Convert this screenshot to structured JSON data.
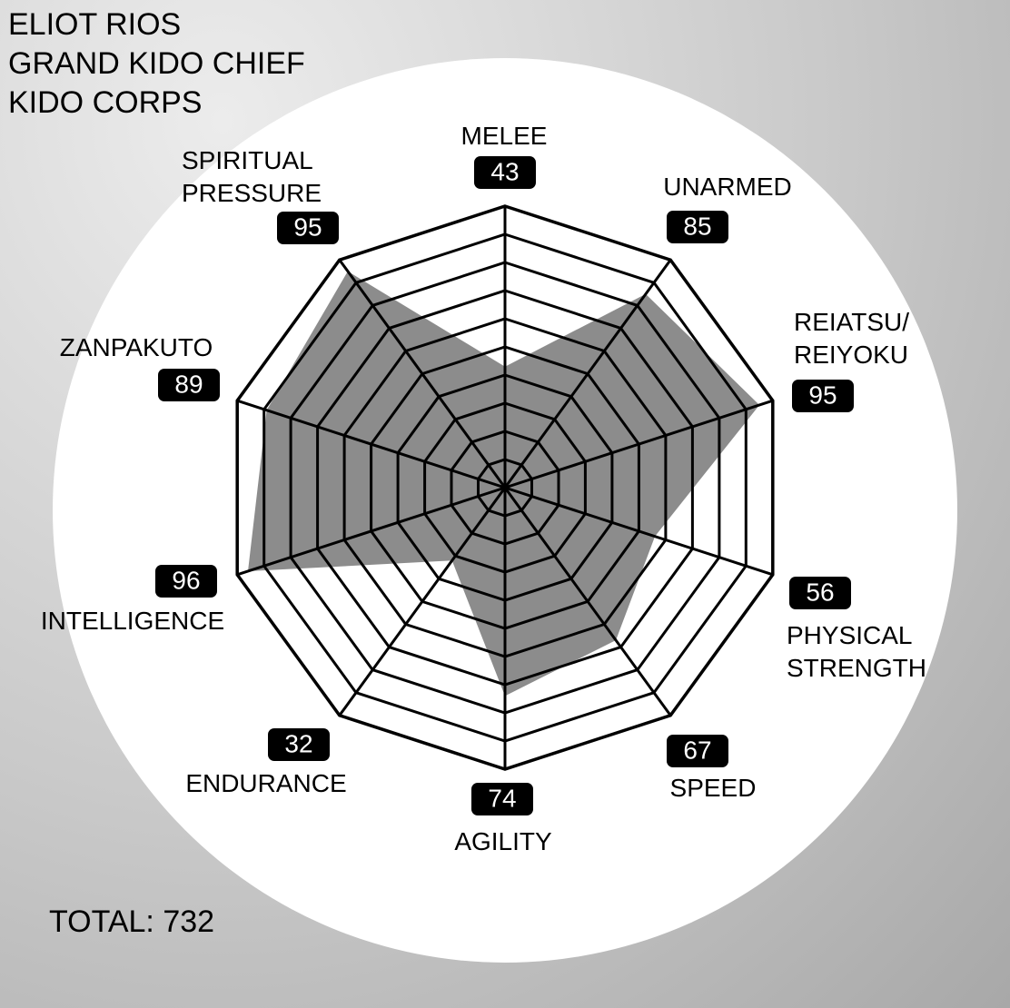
{
  "header": {
    "name": "ELIOT RIOS",
    "rank": "GRAND KIDO CHIEF",
    "division": "KIDO CORPS"
  },
  "total_label": "TOTAL: 732",
  "colors": {
    "background": "#c9c9c9",
    "disc": "#ffffff",
    "fill": "#8c8c8c",
    "badge": "#000000",
    "badge_text": "#ffffff"
  },
  "chart_data": {
    "type": "radar",
    "title": "ELIOT RIOS",
    "rmax": 100,
    "rings": 10,
    "axes": [
      {
        "label": [
          "MELEE"
        ],
        "value": 43
      },
      {
        "label": [
          "UNARMED"
        ],
        "value": 85
      },
      {
        "label": [
          "REIATSU/",
          "REIYOKU"
        ],
        "value": 95
      },
      {
        "label": [
          "PHYSICAL",
          "STRENGTH"
        ],
        "value": 56
      },
      {
        "label": [
          "SPEED"
        ],
        "value": 67
      },
      {
        "label": [
          "AGILITY"
        ],
        "value": 74
      },
      {
        "label": [
          "ENDURANCE"
        ],
        "value": 32
      },
      {
        "label": [
          "INTELLIGENCE"
        ],
        "value": 96
      },
      {
        "label": [
          "ZANPAKUTO"
        ],
        "value": 89
      },
      {
        "label": [
          "SPIRITUAL",
          "PRESSURE"
        ],
        "value": 95
      }
    ],
    "total": 732
  }
}
